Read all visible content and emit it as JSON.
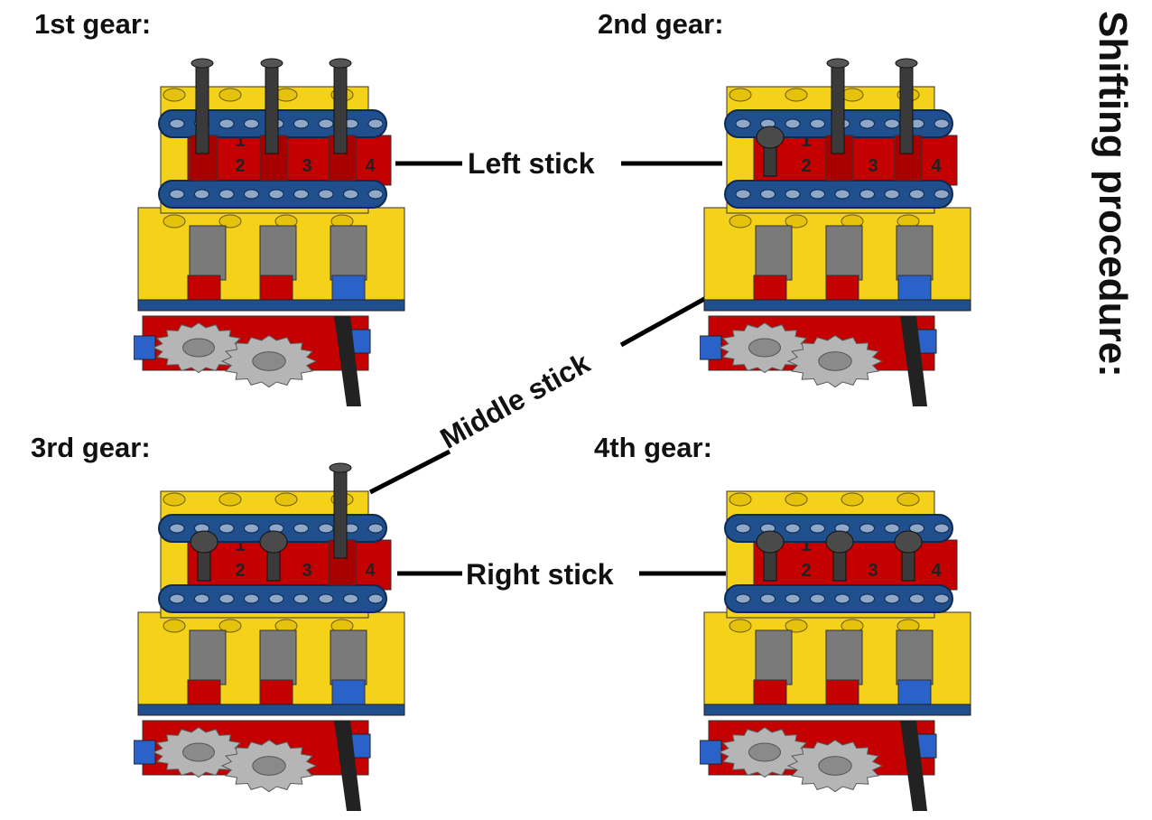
{
  "title": "Shifting procedure:",
  "gears": [
    {
      "label": "1st gear:",
      "raised_sticks": [
        1,
        2,
        3
      ]
    },
    {
      "label": "2nd gear:",
      "raised_sticks": [
        2,
        3
      ]
    },
    {
      "label": "3rd gear:",
      "raised_sticks": [
        3
      ]
    },
    {
      "label": "4th gear:",
      "raised_sticks": []
    }
  ],
  "sticks": {
    "left": "Left stick",
    "middle": "Middle stick",
    "right": "Right stick"
  },
  "slot_numbers": [
    "1",
    "2",
    "3",
    "4"
  ],
  "colors": {
    "yellow": "#f5d21a",
    "red": "#c40000",
    "blue": "#1f4f8c",
    "gray": "#9a9a9a",
    "dark": "#3a3a3a"
  }
}
